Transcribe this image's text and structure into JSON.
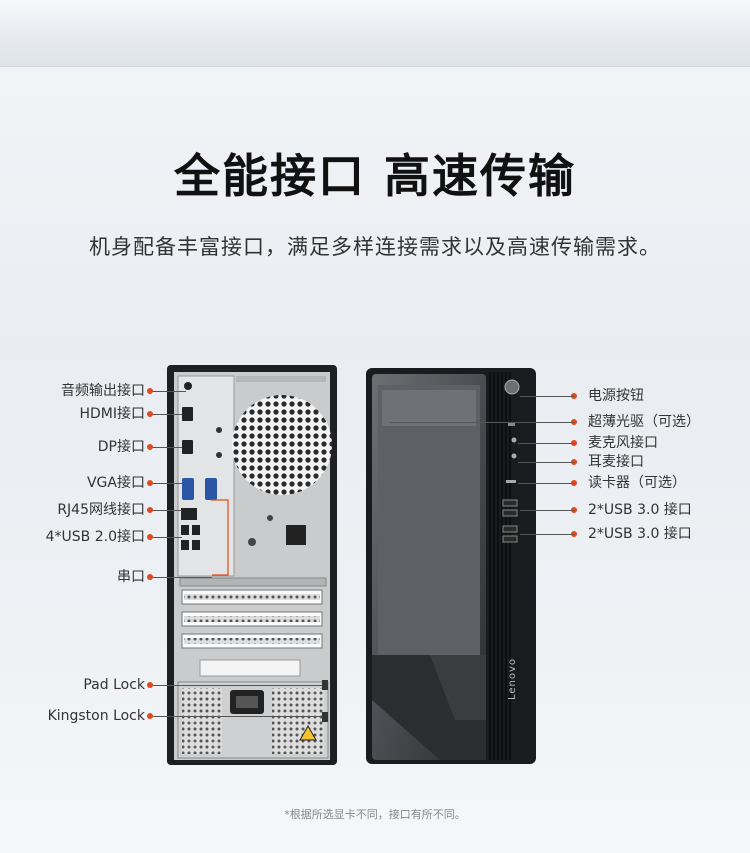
{
  "header": {
    "title": "全能接口 高速传输",
    "subtitle": "机身配备丰富接口，满足多样连接需求以及高速传输需求。"
  },
  "rear_labels": [
    {
      "id": "audio",
      "text": "音频输出接口"
    },
    {
      "id": "hdmi",
      "text": "HDMI接口"
    },
    {
      "id": "dp",
      "text": "DP接口"
    },
    {
      "id": "vga",
      "text": "VGA接口"
    },
    {
      "id": "rj45",
      "text": "RJ45网线接口"
    },
    {
      "id": "usb2",
      "text": "4*USB 2.0接口"
    },
    {
      "id": "serial",
      "text": "串口"
    },
    {
      "id": "padlock",
      "text": "Pad Lock"
    },
    {
      "id": "kingston",
      "text": "Kingston Lock"
    }
  ],
  "front_labels": [
    {
      "id": "power",
      "text": "电源按钮"
    },
    {
      "id": "odd",
      "text": "超薄光驱（可选）"
    },
    {
      "id": "mic",
      "text": "麦克风接口"
    },
    {
      "id": "headphone",
      "text": "耳麦接口"
    },
    {
      "id": "cardreader",
      "text": "读卡器（可选）"
    },
    {
      "id": "usb3a",
      "text": "2*USB 3.0 接口"
    },
    {
      "id": "usb3b",
      "text": "2*USB 3.0 接口"
    }
  ],
  "brand": "Lenovo",
  "footnote": "*根据所选显卡不同，接口有所不同。",
  "colors": {
    "accent_dot": "#e04a1e",
    "line": "#555555",
    "chassis": "#1c1e21"
  }
}
